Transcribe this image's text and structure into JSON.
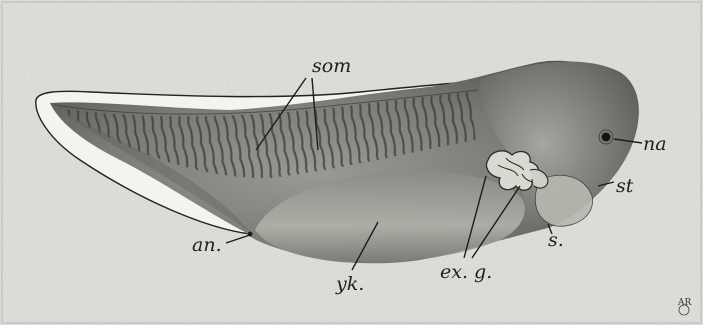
{
  "figure": {
    "labels": {
      "som": "som",
      "na": "na",
      "st": "st",
      "an": "an.",
      "yk": "yk.",
      "s": "s.",
      "exg": "ex. g."
    },
    "monogram": "AR",
    "colors": {
      "background": "#e9e9e4",
      "body_shade": "#6a6a66",
      "fin": "#f2f2ee",
      "outline": "#222222"
    }
  }
}
